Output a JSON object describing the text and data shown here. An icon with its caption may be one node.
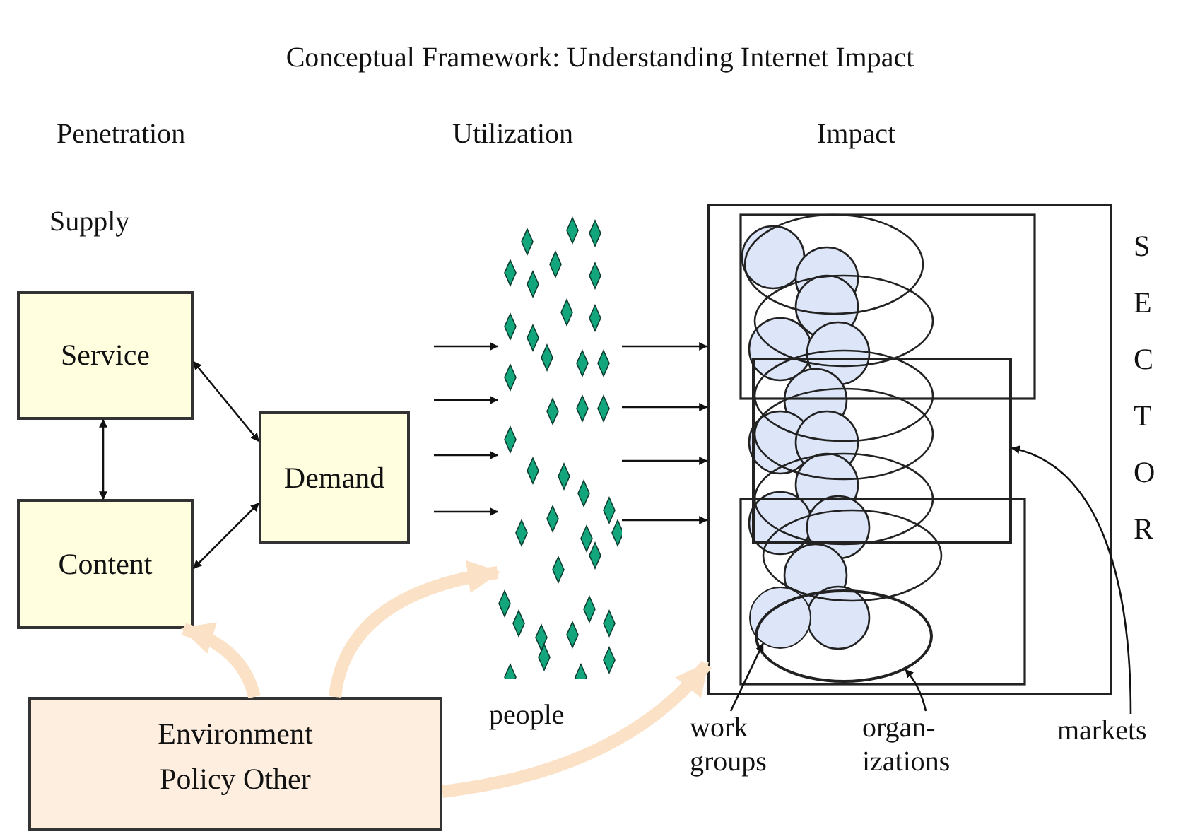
{
  "diagram": {
    "title": "Conceptual Framework: Understanding Internet Impact",
    "nodes": [
      {
        "text": [
          "Service"
        ]
      },
      {
        "text": [
          "Content"
        ]
      },
      {
        "text": [
          "Demand"
        ]
      },
      {
        "text": [
          "Environment Policy Other"
        ]
      },
      {
        "text": [],
        "shape": "picture",
        "beside": [
          "people"
        ]
      },
      {
        "text": [
          "SECTOR"
        ]
      },
      {
        "text": [],
        "shape": "box",
        "in": 5
      },
      {
        "text": [],
        "shape": "ellipse",
        "in": 5
      },
      {
        "text": [],
        "shape": "circle",
        "in": 5
      },
      {
        "text": [
          "work groups"
        ]
      },
      {
        "text": [
          "organ- izations"
        ]
      },
      {
        "text": [
          "markets"
        ]
      }
    ],
    "edges": [
      {
        "from": 0,
        "to": 2,
        "arrow": "both"
      },
      {
        "from": 0,
        "to": 1,
        "arrow": "both"
      },
      {
        "from": 1,
        "to": 2,
        "arrow": "both"
      },
      {
        "from": null,
        "to": 4,
        "arrow": "to"
      },
      {
        "from": null,
        "to": 4,
        "arrow": "to"
      },
      {
        "from": null,
        "to": 4,
        "arrow": "to"
      },
      {
        "from": null,
        "to": 4,
        "arrow": "to"
      },
      {
        "from": 4,
        "to": 5,
        "arrow": "to"
      },
      {
        "from": 4,
        "to": 5,
        "arrow": "to"
      },
      {
        "from": 4,
        "to": 5,
        "arrow": "to"
      },
      {
        "from": 4,
        "to": 5,
        "arrow": "to"
      },
      {
        "from": 3,
        "to": 1,
        "arrow": "to",
        "style": "thick",
        "color": "#fbe2c6"
      },
      {
        "from": 3,
        "to": 4,
        "arrow": "to",
        "style": "thick",
        "color": "#fbe2c6"
      },
      {
        "from": 3,
        "to": 5,
        "arrow": "to",
        "style": "thick",
        "color": "#fbe2c6"
      },
      {
        "from": 9,
        "to": 8,
        "arrow": "to"
      },
      {
        "from": 10,
        "to": 7,
        "arrow": "to"
      },
      {
        "from": 11,
        "to": 6,
        "arrow": "to"
      }
    ],
    "labels": [
      "Penetration",
      "Utilization",
      "Impact",
      "Supply"
    ]
  }
}
